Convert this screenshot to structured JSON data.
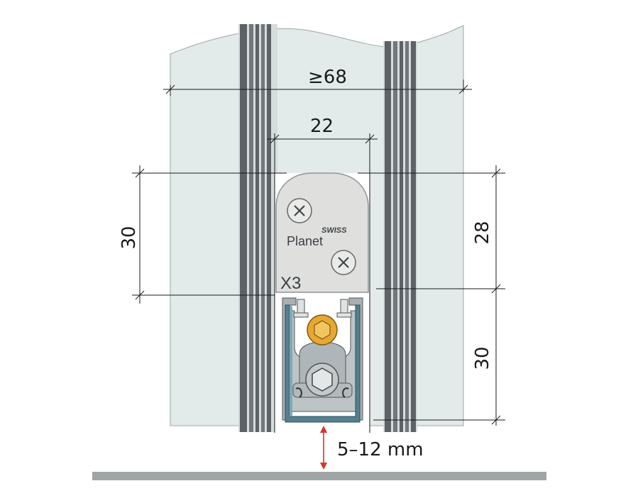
{
  "dimensions": {
    "door_thickness": "≥68",
    "profile_width": "22",
    "plate_height_left": "30",
    "plate_height_right": "28",
    "seal_height": "30",
    "floor_gap": "5–12 mm"
  },
  "product": {
    "brand_top": "SWISS",
    "brand_name": "Planet",
    "model": "X3"
  },
  "colors": {
    "door_panel": "#e3ebea",
    "glass_stripes": "#666b70",
    "aluminium_plate": "#dfe0de",
    "profile": "#a8b0b3",
    "seal": "#53808e",
    "bolt": "#e8a732",
    "floor": "#9fa5a4",
    "gap_arrow": "#d3352f"
  }
}
